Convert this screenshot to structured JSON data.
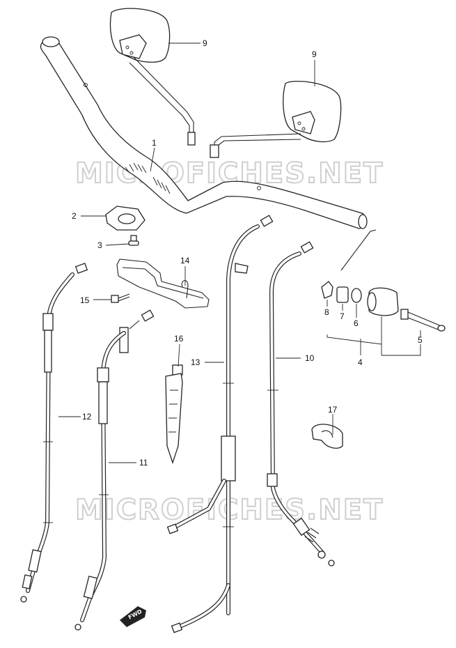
{
  "watermarks": [
    "MICROFICHES.NET",
    "MICROFICHES.NET"
  ],
  "callouts": {
    "c1": "1",
    "c2": "2",
    "c3": "3",
    "c4": "4",
    "c5": "5",
    "c6": "6",
    "c7": "7",
    "c8": "8",
    "c9a": "9",
    "c9b": "9",
    "c10": "10",
    "c11": "11",
    "c12": "12",
    "c13": "13",
    "c14": "14",
    "c15": "15",
    "c16": "16",
    "c17": "17"
  },
  "direction_badge": "FWD"
}
